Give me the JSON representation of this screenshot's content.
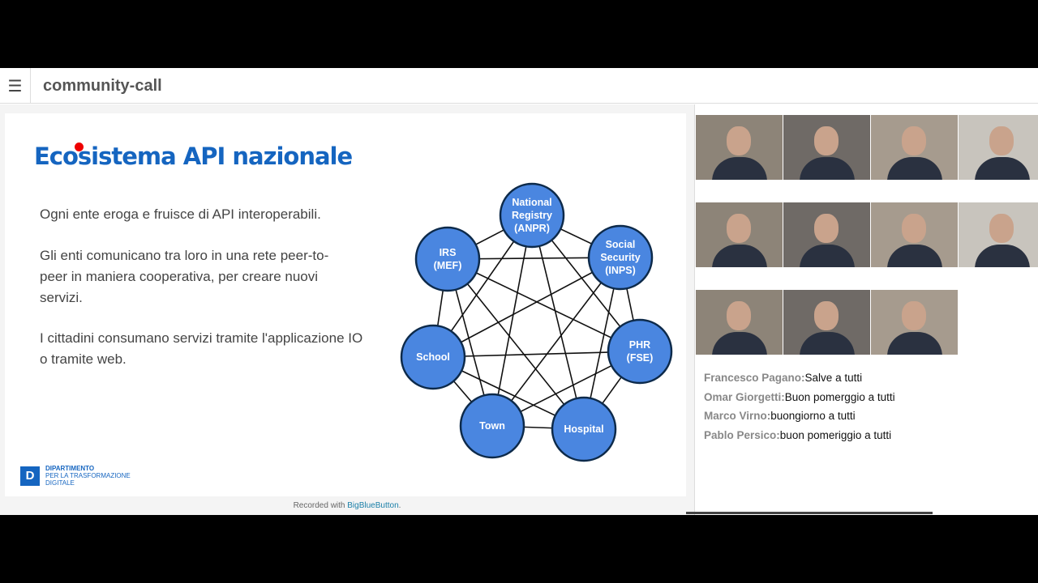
{
  "header": {
    "menu_icon": "hamburger-icon",
    "title": "community-call"
  },
  "slide": {
    "title": "Ecosistema API nazionale",
    "paragraphs": [
      "Ogni ente eroga e fruisce di API interoperabili.",
      "Gli enti comunicano tra loro in una rete peer-to-peer in maniera cooperativa, per creare nuovi servizi.",
      "I cittadini consumano servizi tramite l'applicazione IO o tramite web."
    ],
    "nodes": [
      [
        "National",
        "Registry",
        "(ANPR)"
      ],
      [
        "IRS",
        "(MEF)"
      ],
      [
        "Social",
        "Security",
        "(INPS)"
      ],
      [
        "School"
      ],
      [
        "PHR",
        "(FSE)"
      ],
      [
        "Town"
      ],
      [
        "Hospital"
      ]
    ],
    "node_color": "#4a86e0",
    "logo": {
      "letter": "D",
      "line1": "DIPARTIMENTO",
      "line2": "PER LA TRASFORMAZIONE",
      "line3": "DIGITALE"
    }
  },
  "footer": {
    "recorded_prefix": "Recorded with ",
    "recorded_link": "BigBlueButton",
    "recorded_suffix": "."
  },
  "chat": [
    {
      "name": "Francesco Pagano:",
      "msg": "Salve a tutti"
    },
    {
      "name": "Omar Giorgetti:",
      "msg": "Buon pomerggio a tutti"
    },
    {
      "name": "Marco Virno:",
      "msg": "buongiorno a tutti"
    },
    {
      "name": "Pablo Persico:",
      "msg": "buon pomeriggio a tutti"
    }
  ],
  "video_tile_count": 11
}
